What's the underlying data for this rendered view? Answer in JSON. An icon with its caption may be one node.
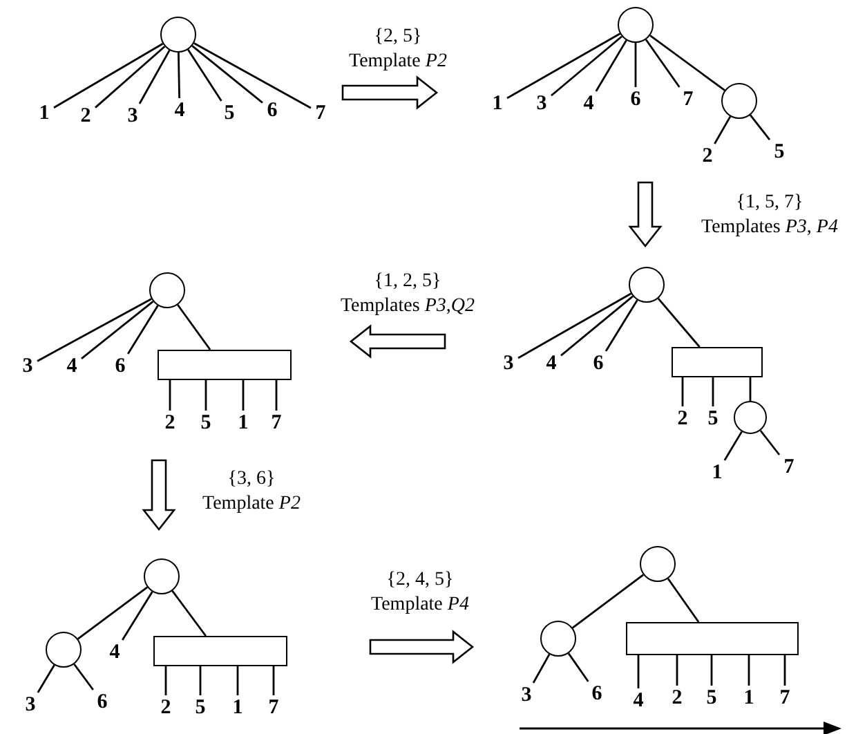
{
  "diagram": {
    "nodes": [
      {
        "text": [],
        "shape": "picture"
      },
      {
        "text": [],
        "shape": "circle",
        "in": 0
      },
      {
        "text": [
          "1"
        ],
        "in": 0
      },
      {
        "text": [
          "2"
        ],
        "in": 0
      },
      {
        "text": [
          "3"
        ],
        "in": 0
      },
      {
        "text": [
          "4"
        ],
        "in": 0
      },
      {
        "text": [
          "5"
        ],
        "in": 0
      },
      {
        "text": [
          "6"
        ],
        "in": 0
      },
      {
        "text": [
          "7"
        ],
        "in": 0
      },
      {
        "text": [],
        "shape": "picture"
      },
      {
        "text": [],
        "shape": "circle",
        "in": 9
      },
      {
        "text": [
          "1"
        ],
        "in": 9
      },
      {
        "text": [
          "3"
        ],
        "in": 9
      },
      {
        "text": [
          "4"
        ],
        "in": 9
      },
      {
        "text": [
          "6"
        ],
        "in": 9
      },
      {
        "text": [
          "7"
        ],
        "in": 9
      },
      {
        "text": [],
        "shape": "circle",
        "in": 9
      },
      {
        "text": [
          "2"
        ],
        "in": 9
      },
      {
        "text": [
          "5"
        ],
        "in": 9
      },
      {
        "text": [],
        "shape": "picture"
      },
      {
        "text": [],
        "shape": "circle",
        "in": 19
      },
      {
        "text": [
          "3"
        ],
        "in": 19
      },
      {
        "text": [
          "4"
        ],
        "in": 19
      },
      {
        "text": [
          "6"
        ],
        "in": 19
      },
      {
        "text": [],
        "shape": "box",
        "in": 19
      },
      {
        "text": [
          "2"
        ],
        "in": 19
      },
      {
        "text": [
          "5"
        ],
        "in": 19
      },
      {
        "text": [],
        "shape": "circle",
        "in": 19
      },
      {
        "text": [
          "1"
        ],
        "in": 19
      },
      {
        "text": [
          "7"
        ],
        "in": 19
      },
      {
        "text": [],
        "shape": "picture"
      },
      {
        "text": [],
        "shape": "circle",
        "in": 30
      },
      {
        "text": [
          "3"
        ],
        "in": 30
      },
      {
        "text": [
          "4"
        ],
        "in": 30
      },
      {
        "text": [
          "6"
        ],
        "in": 30
      },
      {
        "text": [],
        "shape": "box",
        "in": 30
      },
      {
        "text": [
          "2"
        ],
        "in": 30
      },
      {
        "text": [
          "5"
        ],
        "in": 30
      },
      {
        "text": [
          "1"
        ],
        "in": 30
      },
      {
        "text": [
          "7"
        ],
        "in": 30
      },
      {
        "text": [],
        "shape": "picture"
      },
      {
        "text": [],
        "shape": "circle",
        "in": 40
      },
      {
        "text": [],
        "shape": "circle",
        "in": 40
      },
      {
        "text": [
          "3"
        ],
        "in": 40
      },
      {
        "text": [
          "6"
        ],
        "in": 40
      },
      {
        "text": [
          "4"
        ],
        "in": 40
      },
      {
        "text": [],
        "shape": "box",
        "in": 40
      },
      {
        "text": [
          "2"
        ],
        "in": 40
      },
      {
        "text": [
          "5"
        ],
        "in": 40
      },
      {
        "text": [
          "1"
        ],
        "in": 40
      },
      {
        "text": [
          "7"
        ],
        "in": 40
      },
      {
        "text": [],
        "shape": "picture"
      },
      {
        "text": [],
        "shape": "circle",
        "in": 51
      },
      {
        "text": [],
        "shape": "circle",
        "in": 51
      },
      {
        "text": [
          "3"
        ],
        "in": 51
      },
      {
        "text": [
          "6"
        ],
        "in": 51
      },
      {
        "text": [],
        "shape": "box",
        "in": 51
      },
      {
        "text": [
          "4"
        ],
        "in": 51
      },
      {
        "text": [
          "2"
        ],
        "in": 51
      },
      {
        "text": [
          "5"
        ],
        "in": 51
      },
      {
        "text": [
          "1"
        ],
        "in": 51
      },
      {
        "text": [
          "7"
        ],
        "in": 51
      }
    ],
    "edges": [
      {
        "from": 1,
        "to": 2,
        "arrow": "none"
      },
      {
        "from": 1,
        "to": 3,
        "arrow": "none"
      },
      {
        "from": 1,
        "to": 4,
        "arrow": "none"
      },
      {
        "from": 1,
        "to": 5,
        "arrow": "none"
      },
      {
        "from": 1,
        "to": 6,
        "arrow": "none"
      },
      {
        "from": 1,
        "to": 7,
        "arrow": "none"
      },
      {
        "from": 1,
        "to": 8,
        "arrow": "none"
      },
      {
        "from": 10,
        "to": 11,
        "arrow": "none"
      },
      {
        "from": 10,
        "to": 12,
        "arrow": "none"
      },
      {
        "from": 10,
        "to": 13,
        "arrow": "none"
      },
      {
        "from": 10,
        "to": 14,
        "arrow": "none"
      },
      {
        "from": 10,
        "to": 15,
        "arrow": "none"
      },
      {
        "from": 10,
        "to": 16,
        "arrow": "none"
      },
      {
        "from": 16,
        "to": 17,
        "arrow": "none"
      },
      {
        "from": 16,
        "to": 18,
        "arrow": "none"
      },
      {
        "from": 20,
        "to": 21,
        "arrow": "none"
      },
      {
        "from": 20,
        "to": 22,
        "arrow": "none"
      },
      {
        "from": 20,
        "to": 23,
        "arrow": "none"
      },
      {
        "from": 20,
        "to": 24,
        "arrow": "none"
      },
      {
        "from": 24,
        "to": 25,
        "arrow": "none"
      },
      {
        "from": 24,
        "to": 26,
        "arrow": "none"
      },
      {
        "from": 24,
        "to": 27,
        "arrow": "none"
      },
      {
        "from": 27,
        "to": 28,
        "arrow": "none"
      },
      {
        "from": 27,
        "to": 29,
        "arrow": "none"
      },
      {
        "from": 31,
        "to": 32,
        "arrow": "none"
      },
      {
        "from": 31,
        "to": 33,
        "arrow": "none"
      },
      {
        "from": 31,
        "to": 34,
        "arrow": "none"
      },
      {
        "from": 31,
        "to": 35,
        "arrow": "none"
      },
      {
        "from": 35,
        "to": 36,
        "arrow": "none"
      },
      {
        "from": 35,
        "to": 37,
        "arrow": "none"
      },
      {
        "from": 35,
        "to": 38,
        "arrow": "none"
      },
      {
        "from": 35,
        "to": 39,
        "arrow": "none"
      },
      {
        "from": 41,
        "to": 42,
        "arrow": "none"
      },
      {
        "from": 41,
        "to": 45,
        "arrow": "none"
      },
      {
        "from": 41,
        "to": 46,
        "arrow": "none"
      },
      {
        "from": 42,
        "to": 43,
        "arrow": "none"
      },
      {
        "from": 42,
        "to": 44,
        "arrow": "none"
      },
      {
        "from": 46,
        "to": 47,
        "arrow": "none"
      },
      {
        "from": 46,
        "to": 48,
        "arrow": "none"
      },
      {
        "from": 46,
        "to": 49,
        "arrow": "none"
      },
      {
        "from": 46,
        "to": 50,
        "arrow": "none"
      },
      {
        "from": 52,
        "to": 53,
        "arrow": "none"
      },
      {
        "from": 52,
        "to": 56,
        "arrow": "none"
      },
      {
        "from": 53,
        "to": 54,
        "arrow": "none"
      },
      {
        "from": 53,
        "to": 55,
        "arrow": "none"
      },
      {
        "from": 56,
        "to": 57,
        "arrow": "none"
      },
      {
        "from": 56,
        "to": 58,
        "arrow": "none"
      },
      {
        "from": 56,
        "to": 59,
        "arrow": "none"
      },
      {
        "from": 56,
        "to": 60,
        "arrow": "none"
      },
      {
        "from": 56,
        "to": 61,
        "arrow": "none"
      },
      {
        "from": 0,
        "to": 9,
        "arrow": "to",
        "label": "{2, 5} Template *P2*"
      },
      {
        "from": 9,
        "to": 19,
        "arrow": "to",
        "label": "{1, 5, 7} Templates *P3*, *P4*"
      },
      {
        "from": 19,
        "to": 30,
        "arrow": "to",
        "label": "{1, 2, 5} Templates *P3*,*Q2*"
      },
      {
        "from": 30,
        "to": 40,
        "arrow": "to",
        "label": "{3, 6} Template *P2*"
      },
      {
        "from": 40,
        "to": 51,
        "arrow": "to",
        "label": "{2, 4, 5} Template *P4*"
      }
    ]
  }
}
